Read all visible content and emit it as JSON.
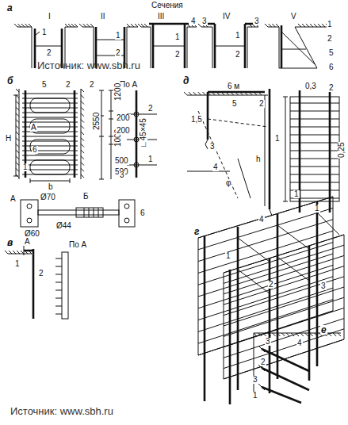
{
  "diagram": {
    "labels": [
      "а",
      "Сечения",
      "I",
      "II",
      "III",
      "IV",
      "V",
      "1",
      "2",
      "1",
      "2",
      "4",
      "1",
      "2",
      "3",
      "3",
      "1",
      "2",
      "1",
      "2",
      "5",
      "6",
      "Источник: www.sbh.ru",
      "б",
      "5",
      "2",
      "H",
      "6",
      "b",
      "А",
      "1",
      "2",
      "По А",
      "1200",
      "2550",
      "1000",
      "200",
      "200",
      "500",
      "500",
      "∟45×45",
      "3",
      "1",
      "2",
      "А",
      "Ø70",
      "Б",
      "Ø60",
      "Ø44",
      "6",
      "в",
      "А",
      "1",
      "2",
      "По А",
      "д",
      "6 м",
      "5",
      "2",
      "1,5",
      "3",
      "4",
      "φ",
      "h",
      "1",
      "0,3",
      "2",
      "0,25",
      "1",
      "г",
      "1",
      "4",
      "1",
      "2",
      "3",
      "е",
      "3",
      "4",
      "2",
      "3",
      "1",
      "Источник: www.sbh.ru"
    ]
  }
}
